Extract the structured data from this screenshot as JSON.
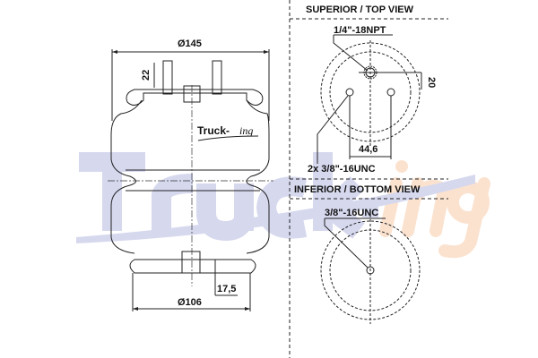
{
  "watermark": {
    "main": "Truck-",
    "suffix": "ing",
    "main_color": "#d6d8ee",
    "suffix_color": "#fbe2cf"
  },
  "logo": {
    "main": "Truck-",
    "suffix": "ing"
  },
  "side_view": {
    "top_diameter": "Ø145",
    "stud_height": "22",
    "bottom_diameter": "Ø106",
    "bottom_height": "17,5"
  },
  "top_view": {
    "title": "SUPERIOR / TOP VIEW",
    "air_fitting": "1/4\"-18NPT",
    "offset": "20",
    "stud_spacing": "44,6",
    "studs": "2x 3/8\"-16UNC"
  },
  "bottom_view": {
    "title": "INFERIOR / BOTTOM VIEW",
    "thread": "3/8\"-16UNC"
  }
}
